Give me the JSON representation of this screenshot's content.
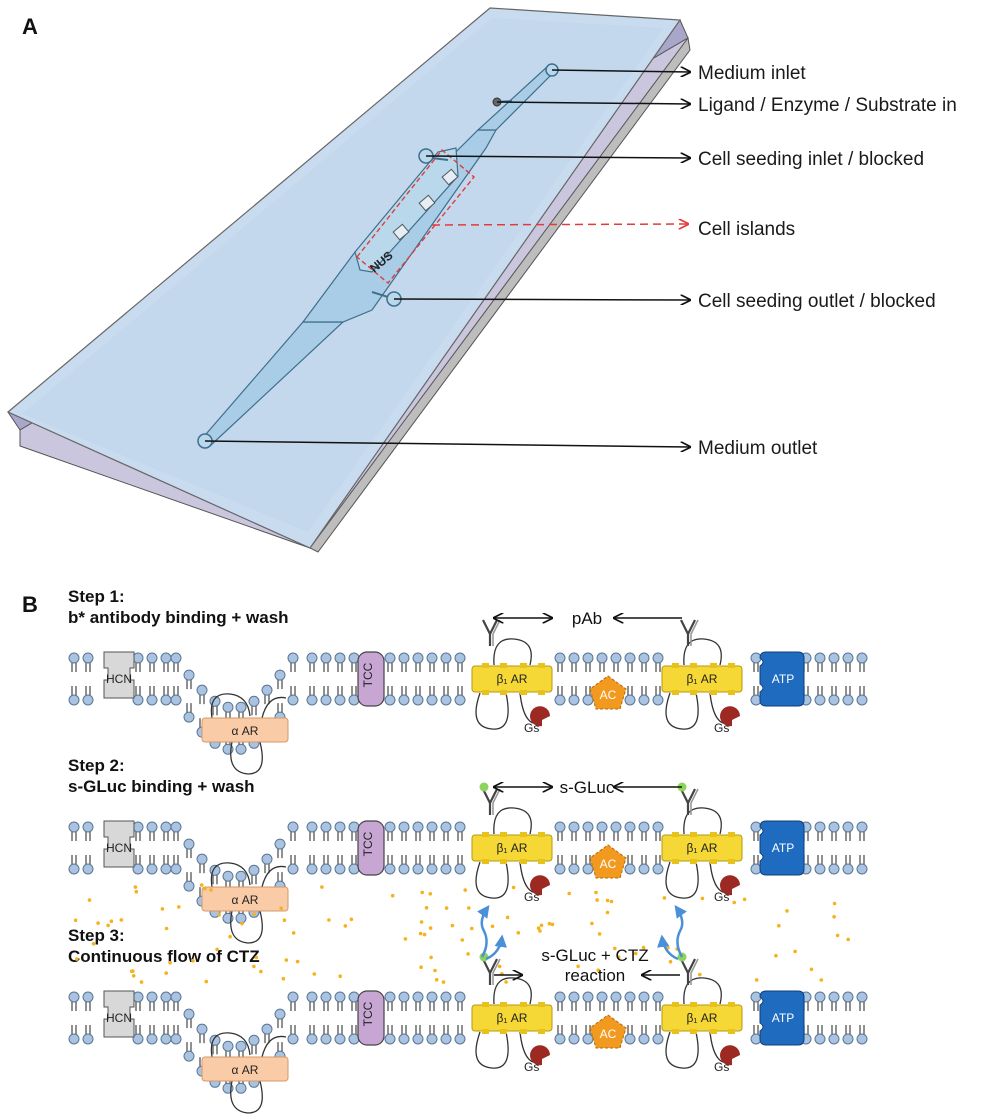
{
  "panel_a": {
    "label": "A",
    "callouts": {
      "medium_inlet": "Medium inlet",
      "ligand_in": "Ligand / Enzyme / Substrate in",
      "cell_seeding_inlet": "Cell seeding inlet / blocked",
      "cell_islands": "Cell islands",
      "cell_seeding_outlet": "Cell seeding outlet / blocked",
      "medium_outlet": "Medium outlet"
    },
    "chip_text": "NUS"
  },
  "panel_b": {
    "label": "B",
    "steps": [
      {
        "title": "Step 1:",
        "subtitle": "b* antibody binding + wash",
        "mid_label": "pAb",
        "mid_label2": ""
      },
      {
        "title": "Step 2:",
        "subtitle": "s-GLuc binding + wash",
        "mid_label": "s-GLuc",
        "mid_label2": ""
      },
      {
        "title": "Step 3:",
        "subtitle": "Continuous flow of CTZ",
        "mid_label": "s-GLuc + CTZ",
        "mid_label2": "reaction"
      }
    ],
    "proteins": {
      "hcn": "HCN",
      "tcc": "TCC",
      "alpha_ar": "α AR",
      "beta_ar": "β₁ AR",
      "ac": "AC",
      "atp": "ATP",
      "gs": "Gs"
    },
    "colors": {
      "head": "#a9c3e0",
      "beta_ar": "#f5d835",
      "alpha_ar": "#f9cba6",
      "ac": "#f29a1f",
      "atp": "#1f6bbf",
      "hcn": "#d8d8d8",
      "tcc": "#c7a6d4",
      "gs": "#9c2a22",
      "gluc": "#8cd45a",
      "ctz": "#f5b21a",
      "chip": "#c5dff0"
    }
  }
}
